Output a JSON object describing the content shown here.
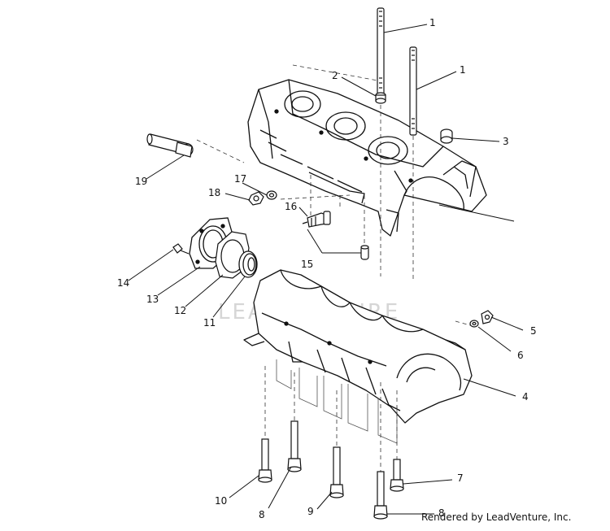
{
  "watermark": "LEADVENTURE",
  "footer": {
    "credit": "Rendered by LeadVenture, Inc."
  },
  "callouts": [
    "1",
    "1",
    "2",
    "3",
    "19",
    "17",
    "18",
    "16",
    "15",
    "14",
    "13",
    "12",
    "11",
    "5",
    "6",
    "4",
    "7",
    "10",
    "8",
    "9",
    "8"
  ],
  "colors": {
    "ink": "#111111",
    "paper": "#ffffff",
    "watermark": "#d6d6d6"
  }
}
